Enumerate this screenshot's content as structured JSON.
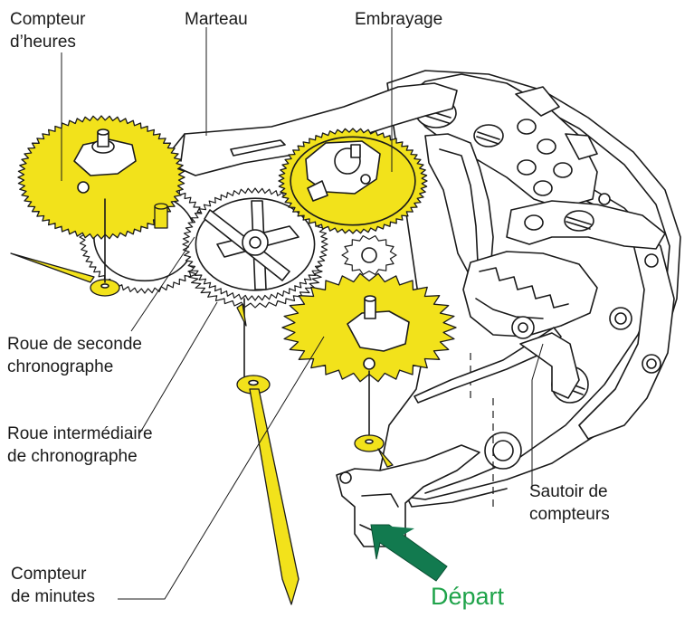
{
  "labels": {
    "hour_counter_l1": "Compteur",
    "hour_counter_l2": "d’heures",
    "hammer": "Marteau",
    "clutch": "Embrayage",
    "seconds_wheel_l1": "Roue de seconde",
    "seconds_wheel_l2": "chronographe",
    "intermediate_wheel_l1": "Roue intermédiaire",
    "intermediate_wheel_l2": "de chronographe",
    "minute_counter_l1": "Compteur",
    "minute_counter_l2": "de minutes",
    "counter_jumper_l1": "Sautoir de",
    "counter_jumper_l2": "compteurs",
    "start": "Départ"
  },
  "colors": {
    "highlight_yellow": "#f2e21b",
    "start_green": "#1fa34a",
    "arrow_green": "#127a4f",
    "line": "#1a1a1a"
  }
}
